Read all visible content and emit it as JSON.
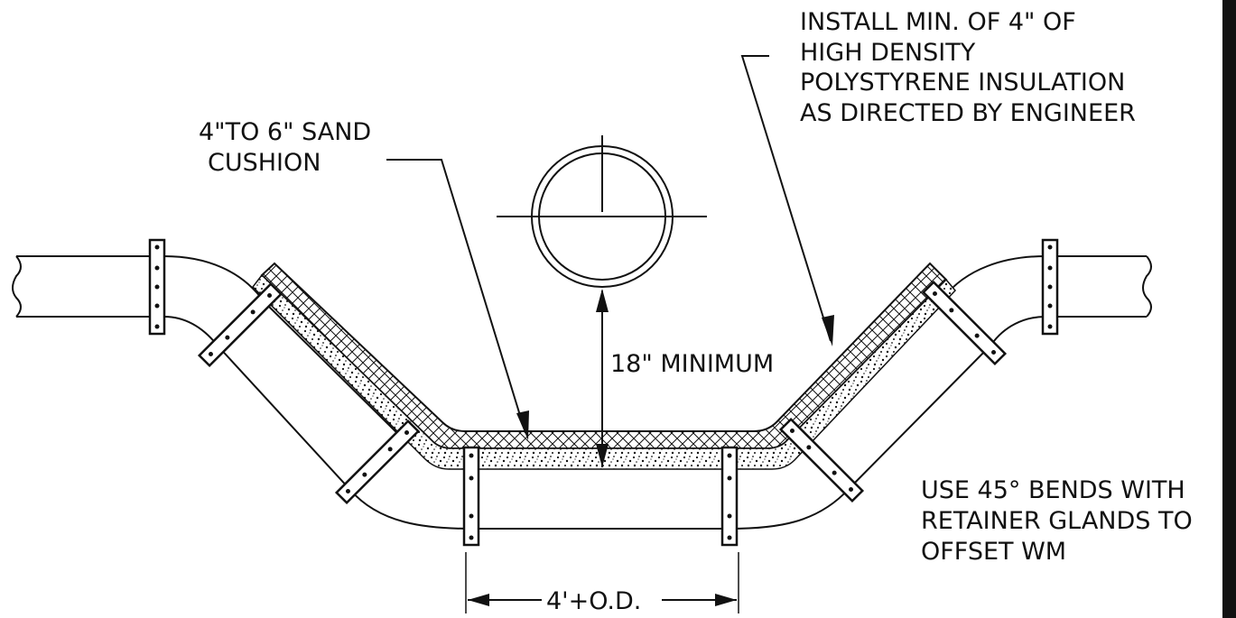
{
  "labels": {
    "insulation_line1": "INSTALL MIN. OF 4\" OF",
    "insulation_line2": "HIGH DENSITY",
    "insulation_line3": "POLYSTYRENE INSULATION",
    "insulation_line4": "AS DIRECTED BY ENGINEER",
    "sand_line1": "4\"TO 6\" SAND",
    "sand_line2": "CUSHION",
    "clearance": "18\" MINIMUM",
    "bends_line1": "USE 45° BENDS WITH",
    "bends_line2": "RETAINER GLANDS TO",
    "bends_line3": "OFFSET WM",
    "width_dim": "4'+O.D."
  },
  "colors": {
    "ink": "#111111",
    "paper": "#ffffff"
  }
}
